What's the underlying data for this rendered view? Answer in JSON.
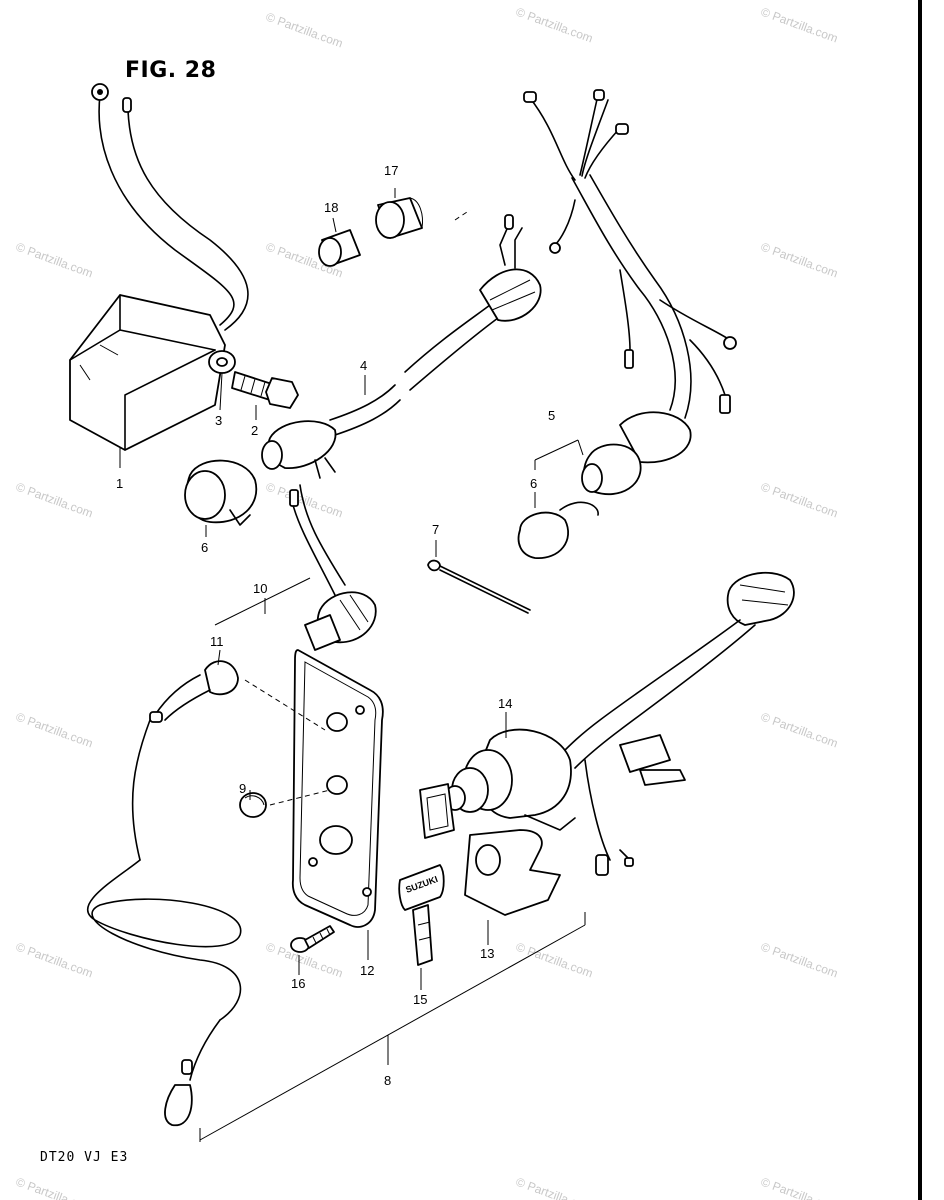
{
  "figure": {
    "title": "FIG. 28",
    "model_code": "DT20 VJ E3"
  },
  "watermark": {
    "text": "© Partzilla.com"
  },
  "callouts": {
    "c1": "1",
    "c2": "2",
    "c3": "3",
    "c4": "4",
    "c5": "5",
    "c6a": "6",
    "c6b": "6",
    "c7": "7",
    "c8": "8",
    "c9": "9",
    "c10": "10",
    "c11": "11",
    "c12": "12",
    "c13": "13",
    "c14": "14",
    "c15": "15",
    "c16": "16",
    "c17": "17",
    "c18": "18"
  },
  "brand_marks": {
    "key_brand": "SUZUKI"
  }
}
